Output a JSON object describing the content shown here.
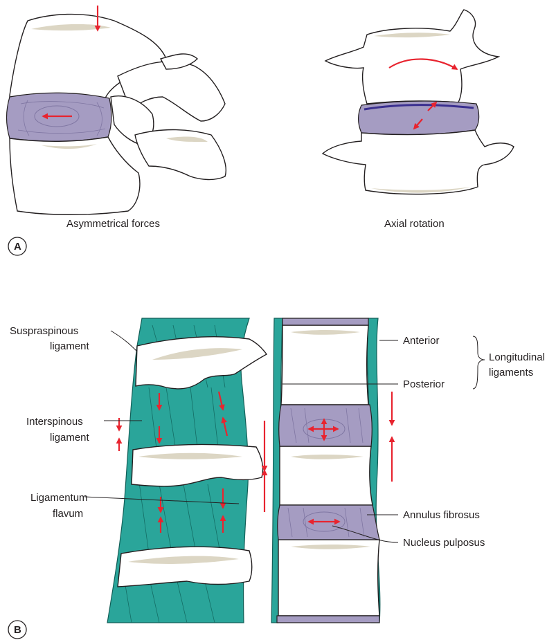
{
  "panel_a": {
    "letter": "A",
    "left_caption": "Asymmetrical forces",
    "right_caption": "Axial rotation"
  },
  "panel_b": {
    "letter": "B",
    "labels": {
      "supraspinous_l1": "Suspraspinous",
      "supraspinous_l2": "ligament",
      "interspinous_l1": "Interspinous",
      "interspinous_l2": "ligament",
      "flavum_l1": "Ligamentum",
      "flavum_l2": "flavum",
      "anterior": "Anterior",
      "posterior": "Posterior",
      "longitudinal_l1": "Longitudinal",
      "longitudinal_l2": "ligaments",
      "annulus": "Annulus fibrosus",
      "nucleus": "Nucleus pulposus"
    }
  },
  "colors": {
    "disc": "#a59cc2",
    "ligament": "#2aa59a",
    "bone_shade": "#dcd6c4",
    "force_arrow": "#e8242f",
    "outline": "#231f20"
  }
}
